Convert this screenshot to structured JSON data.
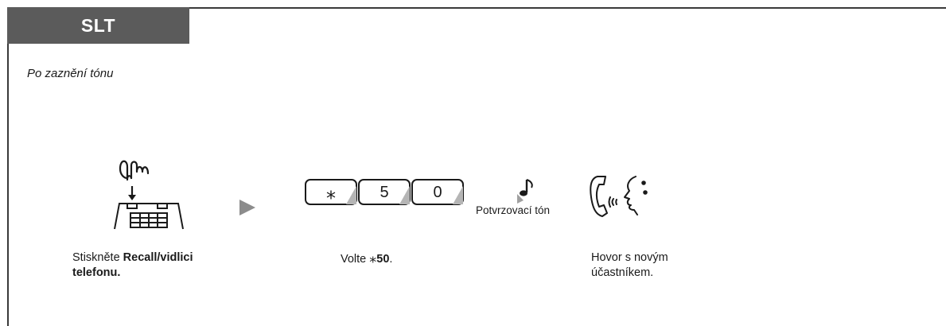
{
  "header": {
    "tab_label": "SLT"
  },
  "subtitle": "Po zaznění tónu",
  "keys": [
    "⁎",
    "5",
    "0"
  ],
  "tone_label": "Potvrzovací tón",
  "steps": [
    {
      "pre": "Stiskněte ",
      "bold": "Recall/vidlici",
      "bold2": "telefonu."
    },
    {
      "pre": "Volte ",
      "star": "⁎",
      "bold": "50",
      "post": "."
    },
    {
      "line1": "Hovor s novým",
      "line2": "účastníkem."
    }
  ],
  "icons": [
    "hand-press-icon",
    "hookswitch-phone-icon",
    "arrow-right-icon",
    "music-note-icon",
    "talking-handset-icon"
  ]
}
